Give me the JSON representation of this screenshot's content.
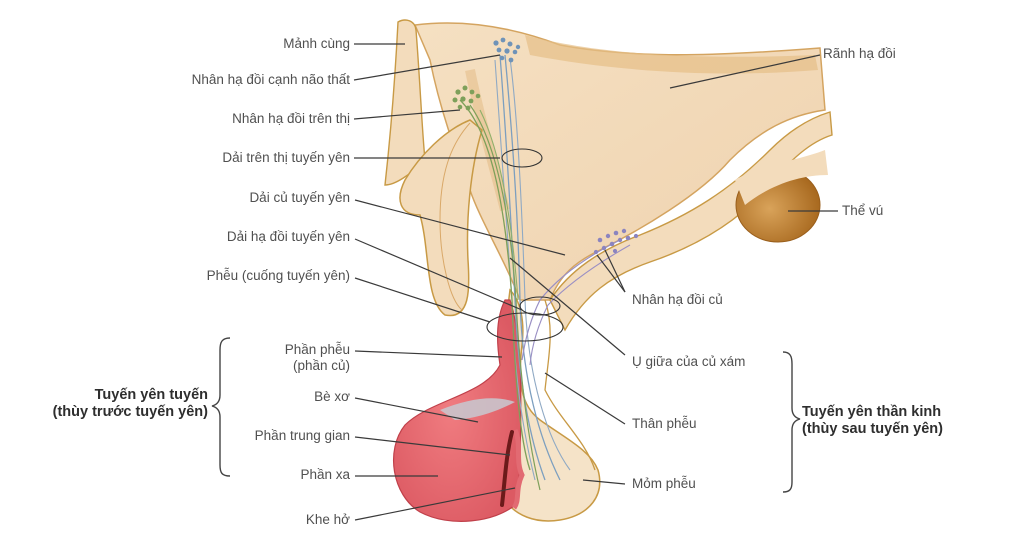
{
  "diagram": {
    "subject": "pituitary-hypothalamus anatomy",
    "colors": {
      "tissue": "#f3dcbc",
      "tissue_outline": "#c89a45",
      "tissue_shadow": "#d9a868",
      "mammillary": "#b97a2e",
      "adenohypophysis": "#e8717a",
      "adenohypophysis_light": "#f0959a",
      "nerve_blue": "#7d9fbf",
      "nerve_green": "#7ea05a",
      "cleft": "#6b1a1a",
      "leader_line": "#3a3a3a"
    },
    "left_labels": [
      {
        "id": "lamina-terminalis",
        "text": "Mảnh cùng"
      },
      {
        "id": "paraventricular-nucleus",
        "text": "Nhân hạ đồi cạnh não thất"
      },
      {
        "id": "supraoptic-nucleus",
        "text": "Nhân hạ đồi trên thị"
      },
      {
        "id": "supraopticohypophyseal-tract",
        "text": "Dải trên thị tuyến yên"
      },
      {
        "id": "tuberohypophyseal-tract",
        "text": "Dải củ tuyến yên"
      },
      {
        "id": "hypothalamohypophyseal-tract",
        "text": "Dải hạ đồi tuyến yên"
      },
      {
        "id": "infundibulum",
        "text": "Phễu (cuống tuyến yên)"
      }
    ],
    "anterior_group": {
      "title_line1": "Tuyến yên tuyến",
      "title_line2": "(thùy trước tuyến yên)",
      "labels": [
        {
          "id": "pars-tuberalis",
          "text_line1": "Phần phễu",
          "text_line2": "(phần củ)"
        },
        {
          "id": "fibrous-trabecula",
          "text": "Bè xơ"
        },
        {
          "id": "pars-intermedia",
          "text": "Phần trung gian"
        },
        {
          "id": "pars-distalis",
          "text": "Phần xa"
        }
      ]
    },
    "cleft_label": {
      "id": "cleft",
      "text": "Khe hở"
    },
    "right_labels": [
      {
        "id": "hypothalamic-sulcus",
        "text": "Rãnh hạ đồi"
      },
      {
        "id": "mammillary-body",
        "text": "Thể vú"
      },
      {
        "id": "tuberal-nuclei",
        "text": "Nhân hạ đồi củ"
      }
    ],
    "posterior_group": {
      "title_line1": "Tuyến yên thần kinh",
      "title_line2": "(thùy sau tuyến yên)",
      "labels": [
        {
          "id": "median-eminence",
          "text": "Ụ giữa của củ xám"
        },
        {
          "id": "infundibular-stem",
          "text": "Thân phễu"
        },
        {
          "id": "infundibular-process",
          "text": "Mỏm phễu"
        }
      ]
    }
  }
}
